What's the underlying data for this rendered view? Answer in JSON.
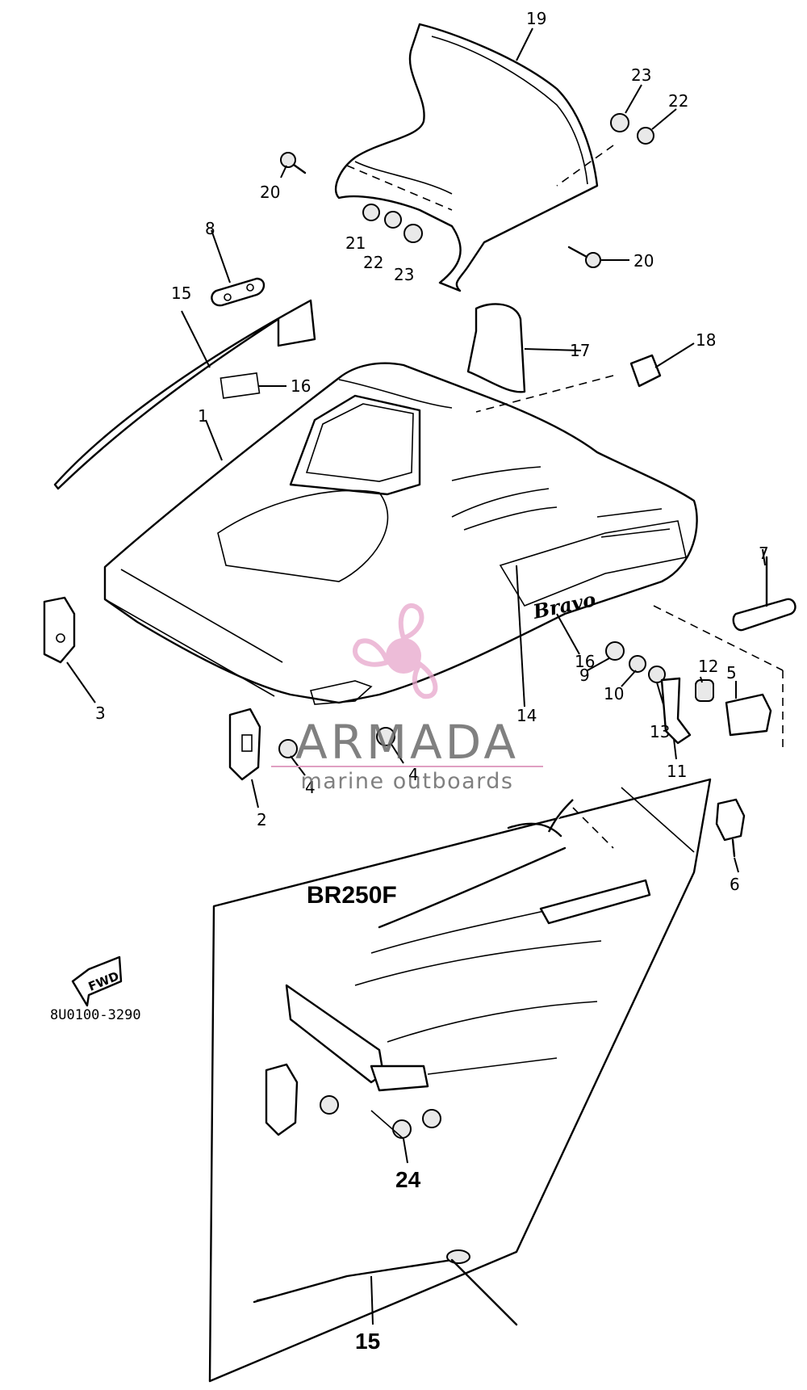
{
  "diagram": {
    "callouts": [
      {
        "id": "c1",
        "text": "1"
      },
      {
        "id": "c2",
        "text": "2"
      },
      {
        "id": "c3",
        "text": "3"
      },
      {
        "id": "c4a",
        "text": "4"
      },
      {
        "id": "c4b",
        "text": "4"
      },
      {
        "id": "c5",
        "text": "5"
      },
      {
        "id": "c6",
        "text": "6"
      },
      {
        "id": "c7",
        "text": "7"
      },
      {
        "id": "c8",
        "text": "8"
      },
      {
        "id": "c9",
        "text": "9"
      },
      {
        "id": "c10",
        "text": "10"
      },
      {
        "id": "c11",
        "text": "11"
      },
      {
        "id": "c12",
        "text": "12"
      },
      {
        "id": "c13",
        "text": "13"
      },
      {
        "id": "c14",
        "text": "14"
      },
      {
        "id": "c15a",
        "text": "15"
      },
      {
        "id": "c15b",
        "text": "15"
      },
      {
        "id": "c16a",
        "text": "16"
      },
      {
        "id": "c16b",
        "text": "16"
      },
      {
        "id": "c17",
        "text": "17"
      },
      {
        "id": "c18",
        "text": "18"
      },
      {
        "id": "c19",
        "text": "19"
      },
      {
        "id": "c20a",
        "text": "20"
      },
      {
        "id": "c20b",
        "text": "20"
      },
      {
        "id": "c21",
        "text": "21"
      },
      {
        "id": "c22a",
        "text": "22"
      },
      {
        "id": "c22b",
        "text": "22"
      },
      {
        "id": "c23a",
        "text": "23"
      },
      {
        "id": "c23b",
        "text": "23"
      },
      {
        "id": "c24",
        "text": "24"
      }
    ],
    "model_label": "BR250F",
    "decal_text": "Bravo",
    "fwd_text": "FWD",
    "diagram_code": "8U0100-3290"
  },
  "watermark": {
    "brand": "ARMADA",
    "tagline": "marine outboards",
    "accent_color": "#e7a6cb"
  }
}
